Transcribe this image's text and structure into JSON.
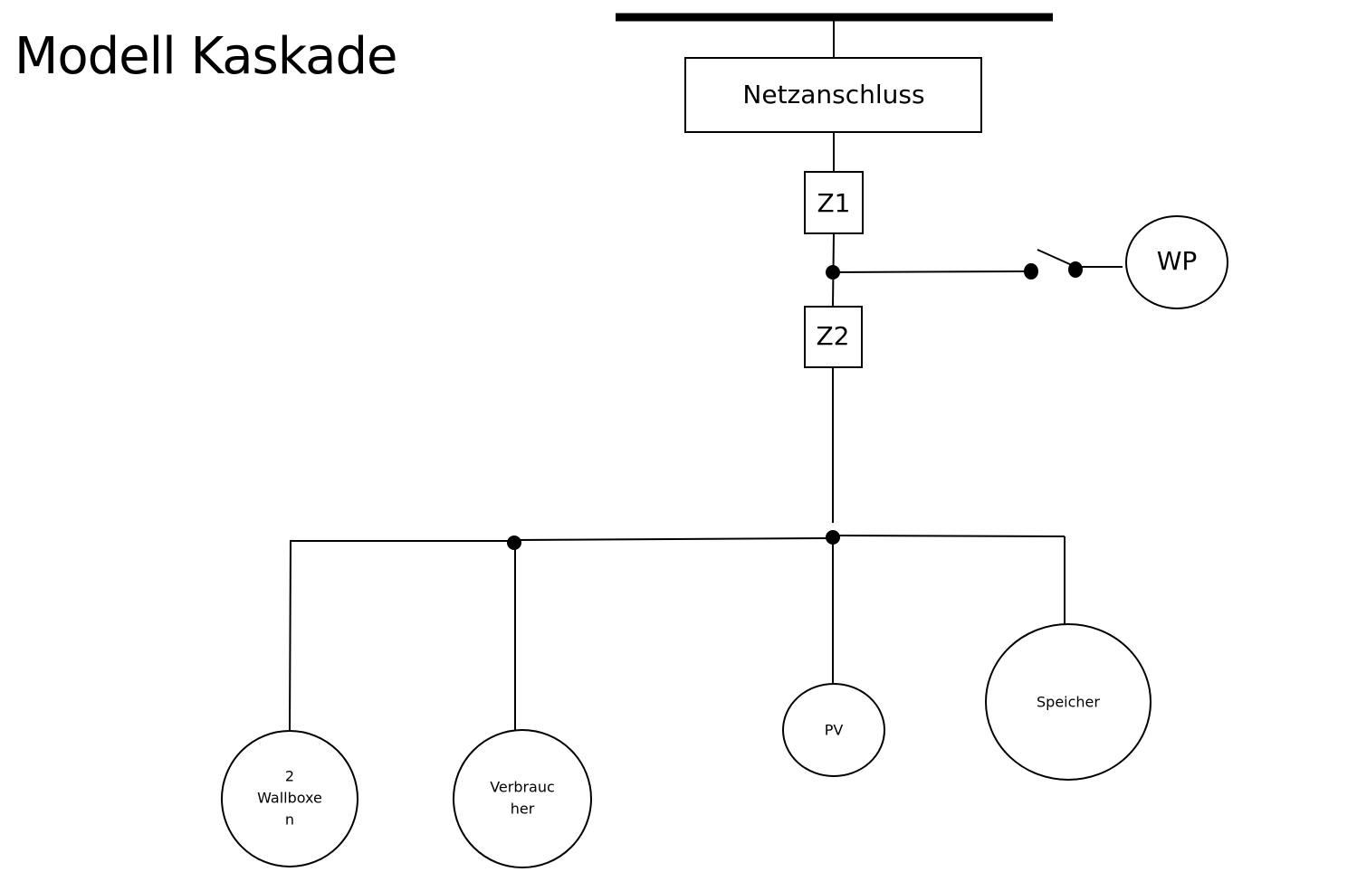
{
  "title": "Modell Kaskade",
  "colors": {
    "line": "#000000",
    "background": "#ffffff"
  },
  "nodes": {
    "grid_connection": {
      "label": "Netzanschluss",
      "shape": "rectangle"
    },
    "meter_1": {
      "label": "Z1",
      "shape": "rectangle"
    },
    "meter_2": {
      "label": "Z2",
      "shape": "rectangle"
    },
    "heat_pump": {
      "label": "WP",
      "shape": "ellipse"
    },
    "wallboxes": {
      "label_lines": [
        "2",
        "Wallboxe",
        "n"
      ],
      "shape": "circle"
    },
    "consumer": {
      "label_lines": [
        "Verbrauc",
        "her"
      ],
      "shape": "circle"
    },
    "pv": {
      "label": "PV",
      "shape": "circle"
    },
    "storage": {
      "label": "Speicher",
      "shape": "ellipse"
    }
  },
  "edges": [
    {
      "from": "grid_bus",
      "to": "grid_connection"
    },
    {
      "from": "grid_connection",
      "to": "meter_1"
    },
    {
      "from": "meter_1",
      "to": "junction_wp"
    },
    {
      "from": "junction_wp",
      "to": "meter_2"
    },
    {
      "from": "junction_wp",
      "to": "heat_pump",
      "via": "switch_open"
    },
    {
      "from": "meter_2",
      "to": "junction_main"
    },
    {
      "from": "junction_main",
      "to": "pv"
    },
    {
      "from": "junction_main",
      "to": "storage"
    },
    {
      "from": "junction_main",
      "to": "junction_consumer"
    },
    {
      "from": "junction_consumer",
      "to": "consumer"
    },
    {
      "from": "junction_consumer",
      "to": "wallboxes"
    }
  ],
  "switch": {
    "state": "open",
    "controls": "heat_pump"
  }
}
